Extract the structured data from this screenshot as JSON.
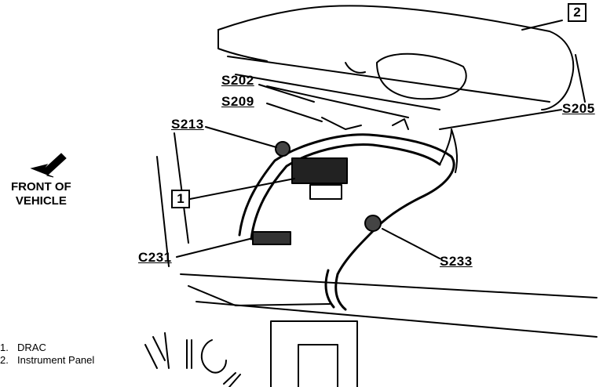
{
  "callouts": {
    "s202": "S202",
    "s209": "S209",
    "s213": "S213",
    "s205": "S205",
    "c231": "C231",
    "s233": "S233"
  },
  "boxes": {
    "one": "1",
    "two": "2"
  },
  "orientation": {
    "line1": "FRONT OF",
    "line2": "VEHICLE"
  },
  "legend": {
    "items": [
      {
        "num": "1.",
        "label": "DRAC"
      },
      {
        "num": "2.",
        "label": "Instrument Panel"
      }
    ]
  }
}
